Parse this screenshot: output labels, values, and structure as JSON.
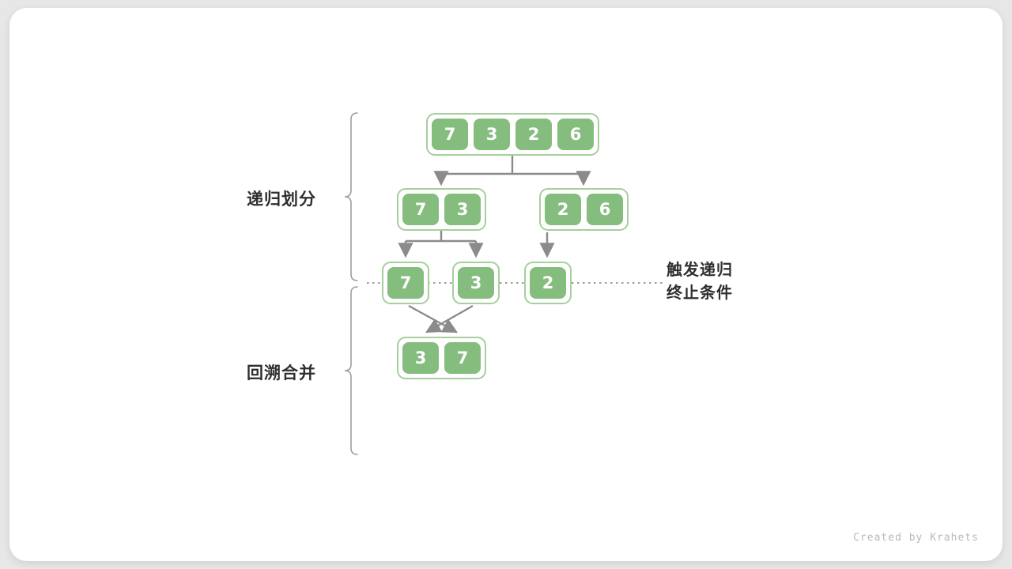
{
  "labels": {
    "divide_phase": "递归划分",
    "merge_phase": "回溯合并",
    "terminate_line1": "触发递归",
    "terminate_line2": "终止条件",
    "watermark": "Created by Krahets"
  },
  "arrays": {
    "level1": [
      7,
      3,
      2,
      6
    ],
    "level2_left": [
      7,
      3
    ],
    "level2_right": [
      2,
      6
    ],
    "level3_a": [
      7
    ],
    "level3_b": [
      3
    ],
    "level3_c": [
      2
    ],
    "level4_merged": [
      3,
      7
    ]
  },
  "colors": {
    "cell_green": "#85bd7e",
    "node_border_green": "#a6cf9e",
    "arrow_gray": "#8b8b8b",
    "brace_gray": "#9e9e9e",
    "label_dark": "#2f2f2f"
  }
}
